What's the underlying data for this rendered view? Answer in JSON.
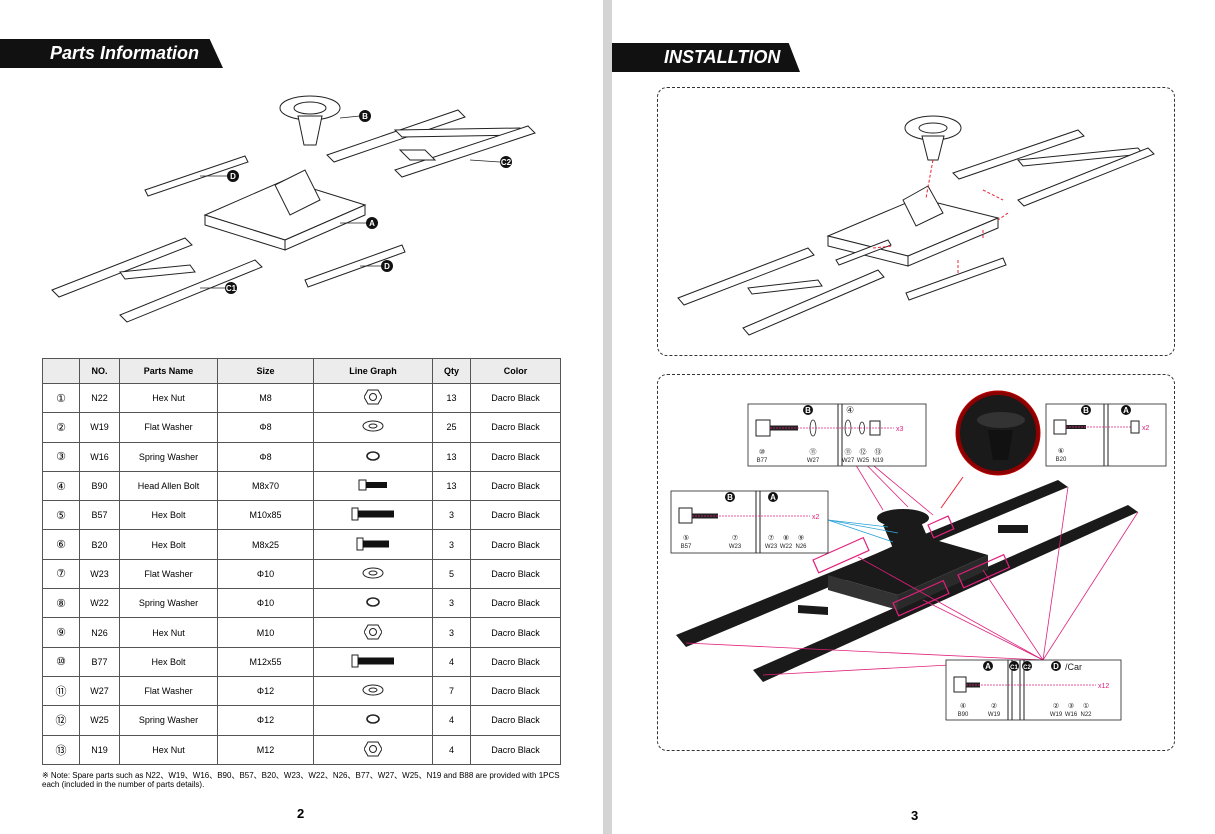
{
  "left_page": {
    "title": "Parts Information",
    "diagram_labels": {
      "b": "B",
      "c2": "C2",
      "d_top": "D",
      "a": "A",
      "d_bottom": "D",
      "c1": "C1"
    },
    "table": {
      "headers": [
        "",
        "NO.",
        "Parts Name",
        "Size",
        "Line Graph",
        "Qty",
        "Color"
      ],
      "rows": [
        {
          "idx": "①",
          "no": "N22",
          "name": "Hex Nut",
          "size": "M8",
          "qty": "13",
          "color": "Dacro Black",
          "icon": "hex-nut"
        },
        {
          "idx": "②",
          "no": "W19",
          "name": "Flat Washer",
          "size": "Φ8",
          "qty": "25",
          "color": "Dacro Black",
          "icon": "flat-washer"
        },
        {
          "idx": "③",
          "no": "W16",
          "name": "Spring Washer",
          "size": "Φ8",
          "qty": "13",
          "color": "Dacro Black",
          "icon": "spring-washer"
        },
        {
          "idx": "④",
          "no": "B90",
          "name": "Head Allen Bolt",
          "size": "M8x70",
          "qty": "13",
          "color": "Dacro Black",
          "icon": "allen-bolt"
        },
        {
          "idx": "⑤",
          "no": "B57",
          "name": "Hex Bolt",
          "size": "M10x85",
          "qty": "3",
          "color": "Dacro Black",
          "icon": "hex-bolt-long"
        },
        {
          "idx": "⑥",
          "no": "B20",
          "name": "Hex Bolt",
          "size": "M8x25",
          "qty": "3",
          "color": "Dacro Black",
          "icon": "hex-bolt-short"
        },
        {
          "idx": "⑦",
          "no": "W23",
          "name": "Flat Washer",
          "size": "Φ10",
          "qty": "5",
          "color": "Dacro Black",
          "icon": "flat-washer"
        },
        {
          "idx": "⑧",
          "no": "W22",
          "name": "Spring Washer",
          "size": "Φ10",
          "qty": "3",
          "color": "Dacro Black",
          "icon": "spring-washer"
        },
        {
          "idx": "⑨",
          "no": "N26",
          "name": "Hex Nut",
          "size": "M10",
          "qty": "3",
          "color": "Dacro Black",
          "icon": "hex-nut"
        },
        {
          "idx": "⑩",
          "no": "B77",
          "name": "Hex Bolt",
          "size": "M12x55",
          "qty": "4",
          "color": "Dacro Black",
          "icon": "hex-bolt-long"
        },
        {
          "idx": "⑪",
          "no": "W27",
          "name": "Flat Washer",
          "size": "Φ12",
          "qty": "7",
          "color": "Dacro Black",
          "icon": "flat-washer"
        },
        {
          "idx": "⑫",
          "no": "W25",
          "name": "Spring Washer",
          "size": "Φ12",
          "qty": "4",
          "color": "Dacro Black",
          "icon": "spring-washer"
        },
        {
          "idx": "⑬",
          "no": "N19",
          "name": "Hex Nut",
          "size": "M12",
          "qty": "4",
          "color": "Dacro Black",
          "icon": "hex-nut"
        }
      ]
    },
    "note": "※ Note: Spare parts such as N22、W19、W16、B90、B57、B20、W23、W22、N26、B77、W27、W25、N19 and B88 are provided with 1PCS each (included in the number of parts details).",
    "page_number": "2"
  },
  "right_page": {
    "title": "INSTALLTION",
    "page_number": "3",
    "callout_b77": {
      "top": [
        "B",
        "④"
      ],
      "qty": "x3",
      "nums": [
        "⑩",
        "⑪",
        "⑪",
        "⑫",
        "⑬"
      ],
      "codes": [
        "B77",
        "W27",
        "W27",
        "W25",
        "N19"
      ]
    },
    "callout_b20": {
      "top": [
        "B",
        "A"
      ],
      "qty": "x2",
      "nums": [
        "⑥"
      ],
      "codes": [
        "B20"
      ]
    },
    "callout_b57": {
      "top": [
        "B",
        "A"
      ],
      "qty": "x2",
      "nums": [
        "⑤",
        "⑦",
        "⑦",
        "⑧",
        "⑨"
      ],
      "codes": [
        "B57",
        "W23",
        "W23",
        "W22",
        "N26"
      ]
    },
    "callout_b90": {
      "top": [
        "A",
        "C1",
        "C2",
        "D",
        "/Car"
      ],
      "qty": "x12",
      "nums": [
        "④",
        "②",
        "②",
        "③",
        "①"
      ],
      "codes": [
        "B90",
        "W19",
        "W19",
        "W16",
        "N22"
      ]
    },
    "colors": {
      "accent": "#e0207c",
      "link": "#2aa3d8",
      "dark": "#111111"
    }
  }
}
